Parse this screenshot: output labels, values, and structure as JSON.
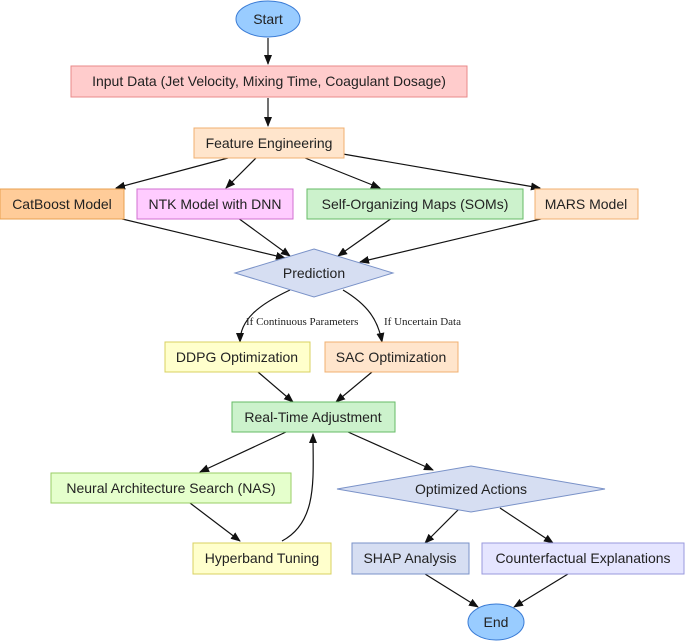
{
  "nodes": {
    "start": {
      "label": "Start",
      "shape": "ellipse",
      "fill": "#99ccff",
      "stroke": "#3a7bd5"
    },
    "input": {
      "label": "Input Data (Jet Velocity, Mixing Time, Coagulant Dosage)",
      "shape": "rect",
      "fill": "#ffcccc",
      "stroke": "#e88a8a"
    },
    "feature": {
      "label": "Feature Engineering",
      "shape": "rect",
      "fill": "#ffe5cc",
      "stroke": "#f0b070"
    },
    "catboost": {
      "label": "CatBoost Model",
      "shape": "rect",
      "fill": "#ffcc99",
      "stroke": "#e8a050"
    },
    "ntk": {
      "label": "NTK Model with DNN",
      "shape": "rect",
      "fill": "#ffccff",
      "stroke": "#d070d0"
    },
    "som": {
      "label": "Self-Organizing Maps (SOMs)",
      "shape": "rect",
      "fill": "#ccf2cc",
      "stroke": "#66bb66"
    },
    "mars": {
      "label": "MARS Model",
      "shape": "rect",
      "fill": "#ffe5cc",
      "stroke": "#f0b070"
    },
    "prediction": {
      "label": "Prediction",
      "shape": "diamond",
      "fill": "#d6def2",
      "stroke": "#7a92c8"
    },
    "ddpg": {
      "label": "DDPG Optimization",
      "shape": "rect",
      "fill": "#ffffcc",
      "stroke": "#d8d060"
    },
    "sac": {
      "label": "SAC Optimization",
      "shape": "rect",
      "fill": "#ffe5cc",
      "stroke": "#f0b070"
    },
    "realtime": {
      "label": "Real-Time Adjustment",
      "shape": "rect",
      "fill": "#ccf2cc",
      "stroke": "#66bb66"
    },
    "nas": {
      "label": "Neural Architecture Search (NAS)",
      "shape": "rect",
      "fill": "#e5ffcc",
      "stroke": "#99cc66"
    },
    "optimized": {
      "label": "Optimized Actions",
      "shape": "diamond",
      "fill": "#d6def2",
      "stroke": "#7a92c8"
    },
    "hyperband": {
      "label": "Hyperband Tuning",
      "shape": "rect",
      "fill": "#ffffcc",
      "stroke": "#d8d060"
    },
    "shap": {
      "label": "SHAP Analysis",
      "shape": "rect",
      "fill": "#d6def2",
      "stroke": "#7a92c8"
    },
    "counterfactual": {
      "label": "Counterfactual Explanations",
      "shape": "rect",
      "fill": "#e5e5ff",
      "stroke": "#9999dd"
    },
    "end": {
      "label": "End",
      "shape": "ellipse",
      "fill": "#99ccff",
      "stroke": "#3a7bd5"
    }
  },
  "edges": [
    {
      "from": "start",
      "to": "input",
      "label": ""
    },
    {
      "from": "input",
      "to": "feature",
      "label": ""
    },
    {
      "from": "feature",
      "to": "catboost",
      "label": ""
    },
    {
      "from": "feature",
      "to": "ntk",
      "label": ""
    },
    {
      "from": "feature",
      "to": "som",
      "label": ""
    },
    {
      "from": "feature",
      "to": "mars",
      "label": ""
    },
    {
      "from": "catboost",
      "to": "prediction",
      "label": ""
    },
    {
      "from": "ntk",
      "to": "prediction",
      "label": ""
    },
    {
      "from": "som",
      "to": "prediction",
      "label": ""
    },
    {
      "from": "mars",
      "to": "prediction",
      "label": ""
    },
    {
      "from": "prediction",
      "to": "ddpg",
      "label": "If Continuous Parameters"
    },
    {
      "from": "prediction",
      "to": "sac",
      "label": "If Uncertain Data"
    },
    {
      "from": "ddpg",
      "to": "realtime",
      "label": ""
    },
    {
      "from": "sac",
      "to": "realtime",
      "label": ""
    },
    {
      "from": "realtime",
      "to": "nas",
      "label": ""
    },
    {
      "from": "realtime",
      "to": "optimized",
      "label": ""
    },
    {
      "from": "nas",
      "to": "hyperband",
      "label": ""
    },
    {
      "from": "hyperband",
      "to": "realtime",
      "label": ""
    },
    {
      "from": "optimized",
      "to": "shap",
      "label": ""
    },
    {
      "from": "optimized",
      "to": "counterfactual",
      "label": ""
    },
    {
      "from": "shap",
      "to": "end",
      "label": ""
    },
    {
      "from": "counterfactual",
      "to": "end",
      "label": ""
    }
  ]
}
